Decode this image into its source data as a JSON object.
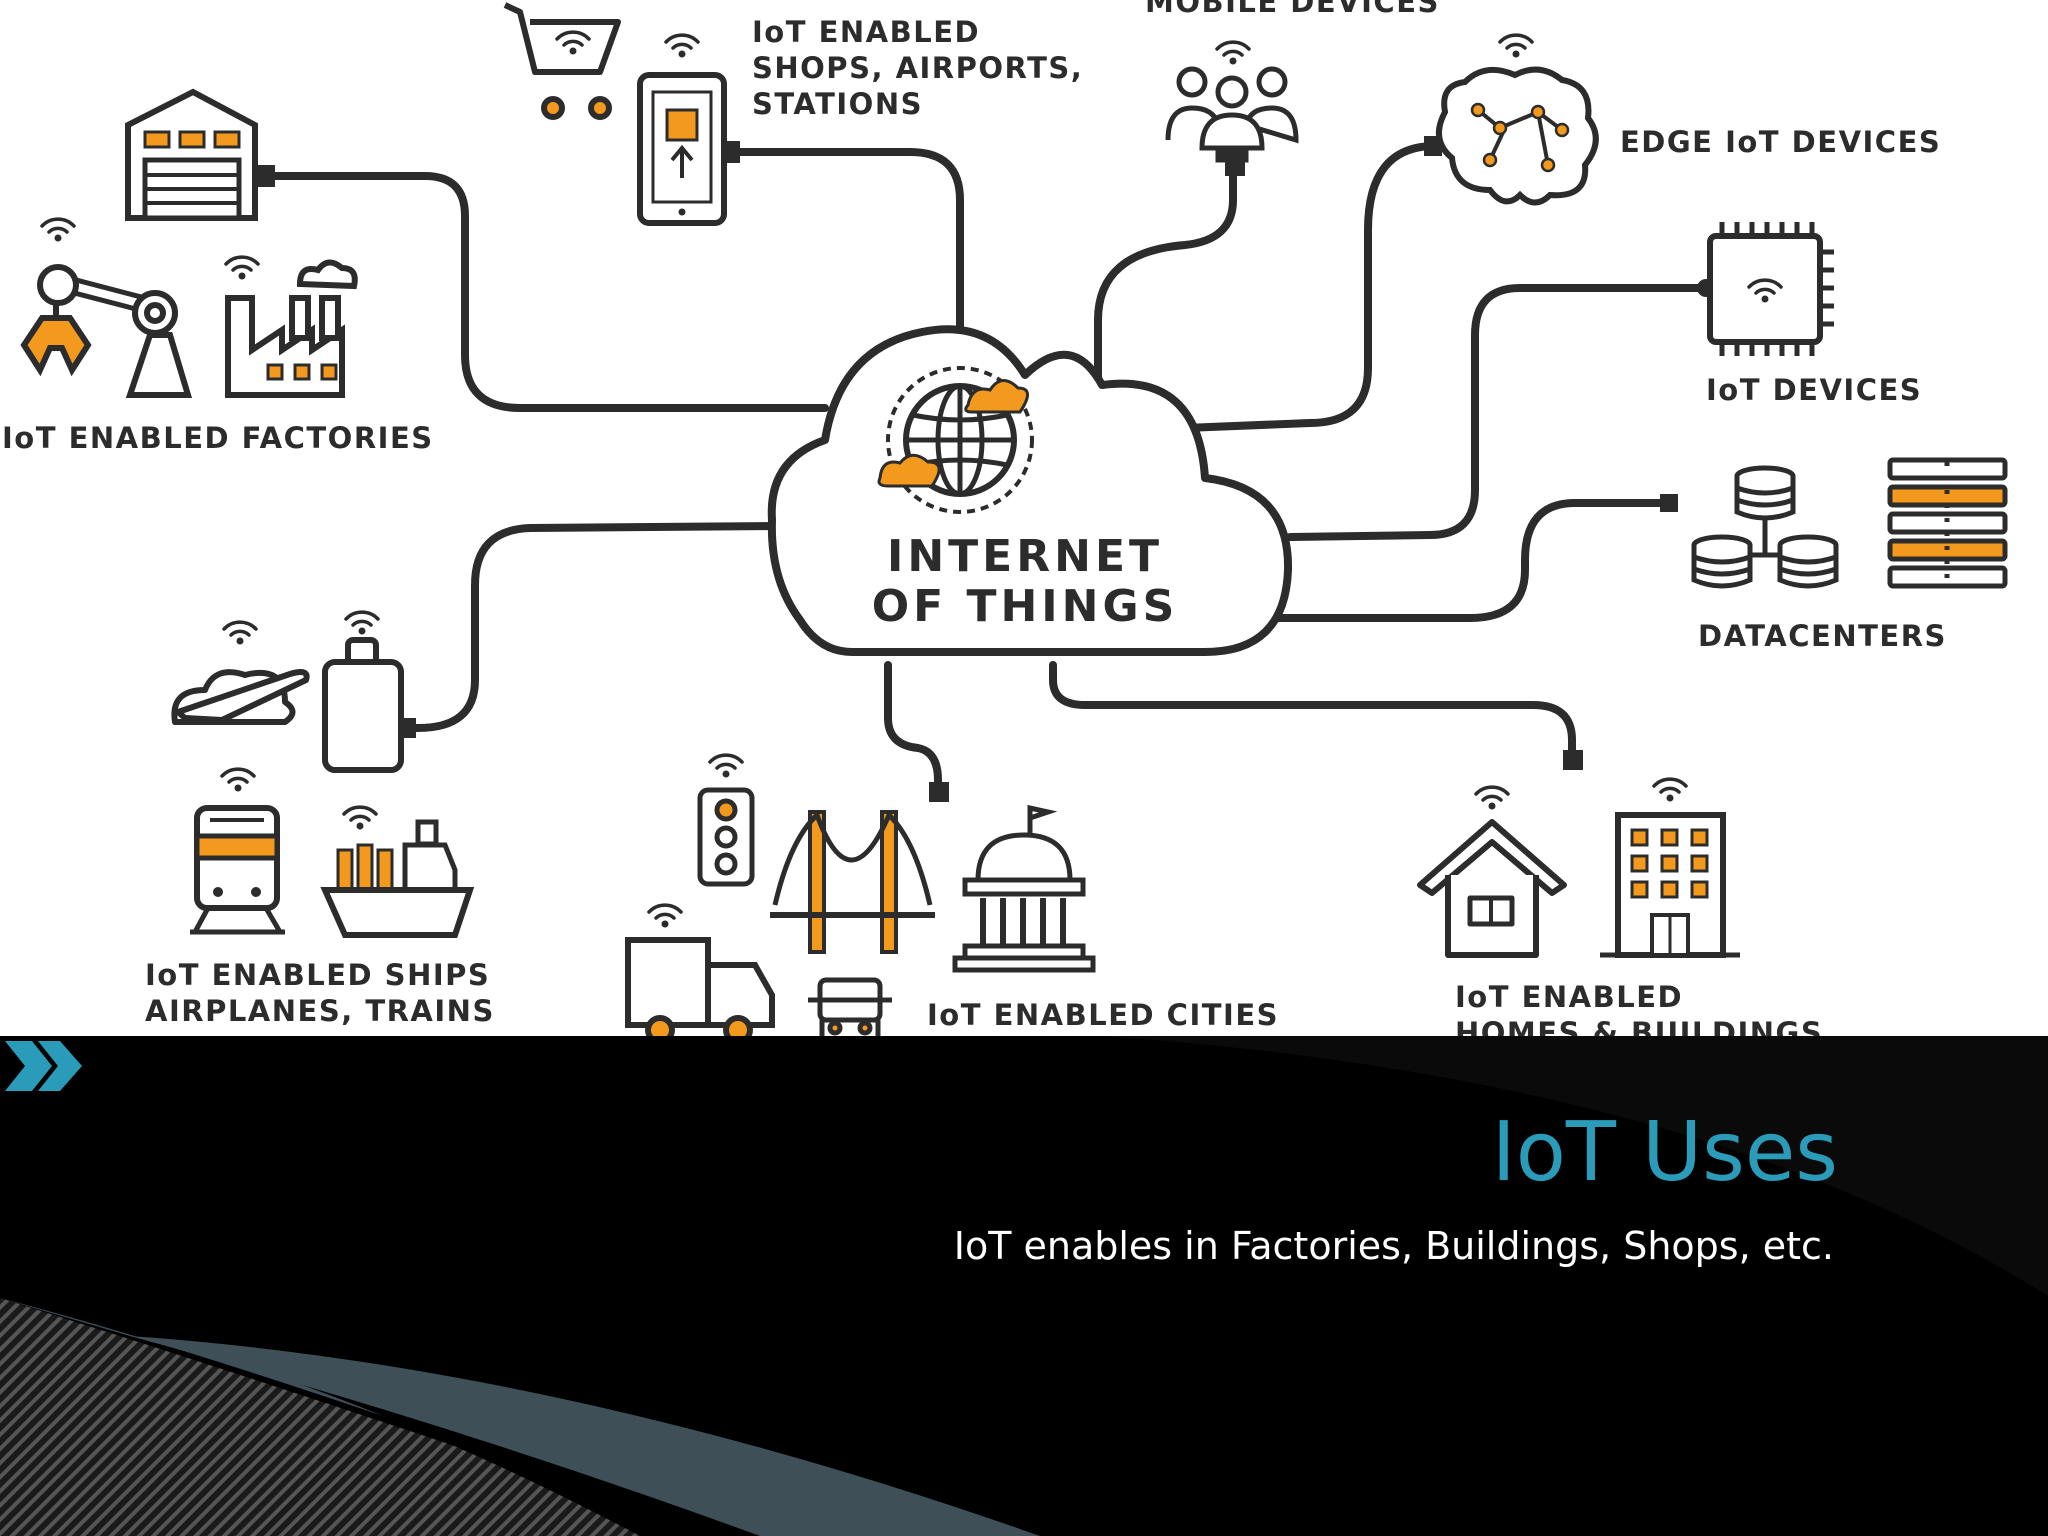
{
  "slide": {
    "title": "IoT Uses",
    "subtitle": "IoT enables in Factories, Buildings, Shops, etc."
  },
  "diagram": {
    "center_label": "INTERNET\nOF THINGS",
    "labels": {
      "shops": "IoT ENABLED\nSHOPS, AIRPORTS,\nSTATIONS",
      "mobile": "MOBILE DEVICES",
      "edge": "EDGE IoT DEVICES",
      "iot_devices": "IoT DEVICES",
      "datacenters": "DATACENTERS",
      "factories": "IoT ENABLED FACTORIES",
      "ships": "IoT ENABLED SHIPS\nAIRPLANES, TRAINS",
      "cities": "IoT ENABLED CITIES",
      "homes": "IoT ENABLED\nHOMES & BUILDINGS"
    }
  },
  "colors": {
    "accent_orange": "#f39a1e",
    "line_dark": "#2c2c2c",
    "title_blue": "#2a9bb8",
    "background_black": "#000000",
    "stripe_gray": "#444444",
    "swoosh_slate": "#3f4f58"
  },
  "icons": [
    "wifi-icon",
    "cart-icon",
    "smartphone-icon",
    "users-icon",
    "brain-icon",
    "chip-icon",
    "database-icon",
    "server-rack-icon",
    "warehouse-icon",
    "robot-arm-icon",
    "factory-icon",
    "airplane-icon",
    "luggage-icon",
    "train-icon",
    "ship-icon",
    "traffic-light-icon",
    "bridge-icon",
    "government-building-icon",
    "truck-icon",
    "car-icon",
    "house-icon",
    "office-building-icon",
    "globe-icon",
    "cloud-icon",
    "chevron-double-right-icon"
  ]
}
